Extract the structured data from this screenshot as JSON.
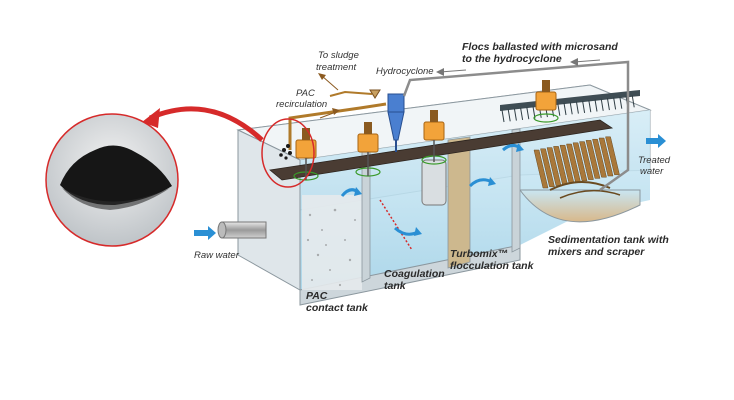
{
  "labels": {
    "to_sludge_1": "To sludge",
    "to_sludge_2": "treatment",
    "hydrocyclone": "Hydrocyclone",
    "flocs_1": "Flocs ballasted with microsand",
    "flocs_2": "to the hydrocyclone",
    "pac_recirc_1": "PAC",
    "pac_recirc_2": "recirculation",
    "treated_1": "Treated",
    "treated_2": "water",
    "raw_water": "Raw water",
    "pac_tank_1": "PAC",
    "pac_tank_2": "contact tank",
    "coag_1": "Coagulation",
    "coag_2": "tank",
    "turbo_1": "Turbomix™",
    "turbo_2": "flocculation tank",
    "sed_1": "Sedimentation tank with",
    "sed_2": "mixers and scraper"
  },
  "colors": {
    "water": "#bfe3f2",
    "tank_wall": "#dfe8ee",
    "pipe_grey": "#8c8c8c",
    "pipe_brown": "#b07a2a",
    "motor_orange": "#f2a33a",
    "arrow_blue": "#2a8fd4",
    "arrow_red": "#d62a2a",
    "platform": "#4a3c33"
  }
}
